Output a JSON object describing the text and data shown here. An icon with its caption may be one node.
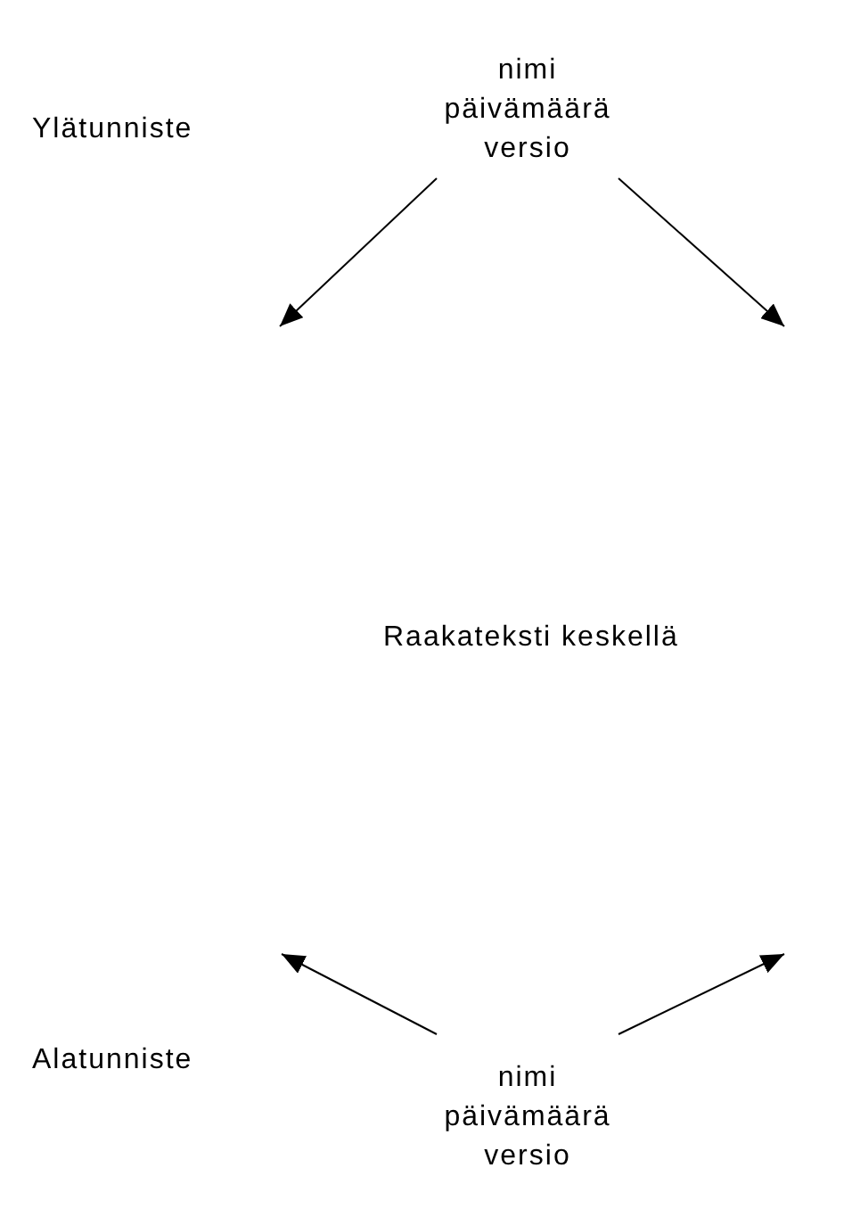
{
  "diagram": {
    "nodes": [
      {
        "text": [
          "nimi päivämäärä versio"
        ]
      },
      {
        "text": [
          "nimi päivämäärä versio"
        ]
      }
    ],
    "edges": [
      {
        "from": 0,
        "to": null,
        "arrow": "to"
      },
      {
        "from": 0,
        "to": null,
        "arrow": "to"
      },
      {
        "from": 1,
        "to": null,
        "arrow": "to"
      },
      {
        "from": 1,
        "to": null,
        "arrow": "to"
      }
    ],
    "labels": [
      "Ylätunniste",
      "Raakateksti keskellä",
      "Alatunniste"
    ]
  }
}
